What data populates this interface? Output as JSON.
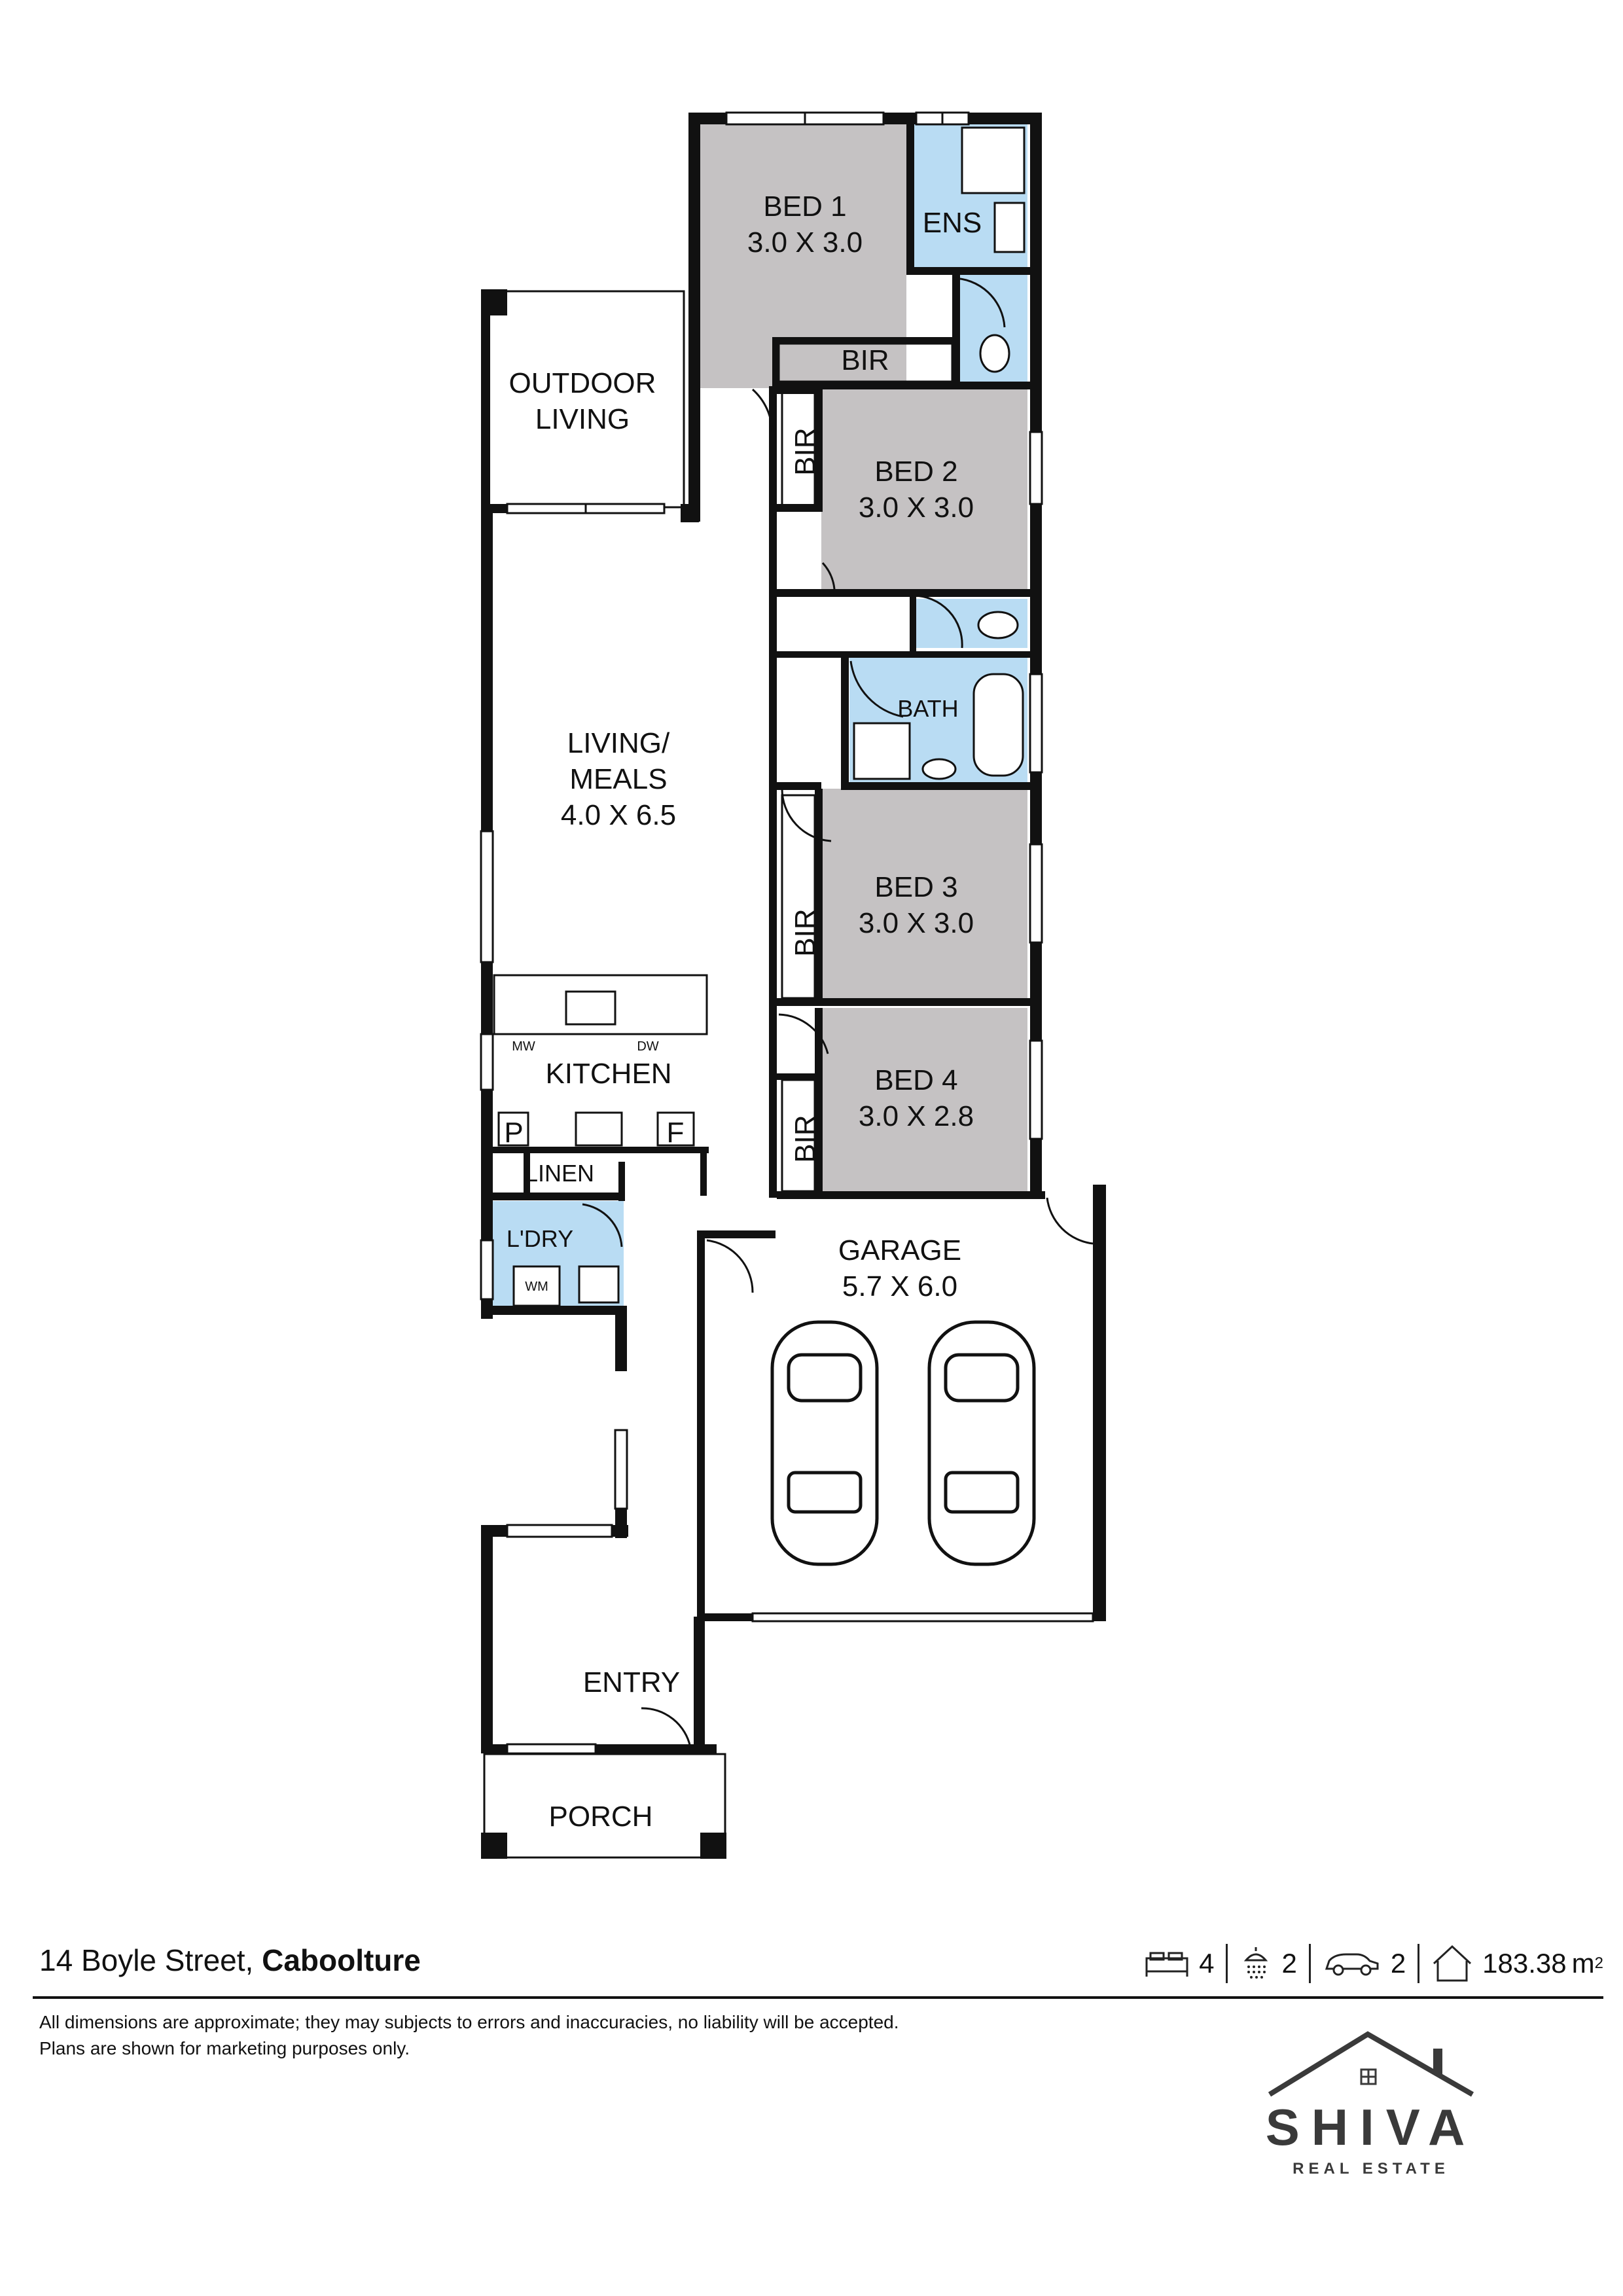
{
  "rooms": {
    "bed1": {
      "name": "BED 1",
      "size": "3.0 X 3.0"
    },
    "ens": {
      "name": "ENS"
    },
    "bir1": {
      "name": "BIR"
    },
    "outdoor": {
      "line1": "OUTDOOR",
      "line2": "LIVING"
    },
    "bed2": {
      "name": "BED 2",
      "size": "3.0 X 3.0"
    },
    "bir2": {
      "name": "BIR"
    },
    "bath": {
      "name": "BATH"
    },
    "living": {
      "line1": "LIVING/",
      "line2": "MEALS",
      "size": "4.0 X 6.5"
    },
    "bed3": {
      "name": "BED 3",
      "size": "3.0 X 3.0"
    },
    "bir3": {
      "name": "BIR"
    },
    "bed4": {
      "name": "BED 4",
      "size": "3.0 X 2.8"
    },
    "bir4": {
      "name": "BIR"
    },
    "kitchen": {
      "name": "KITCHEN",
      "mw": "MW",
      "dw": "DW",
      "pantry": "P",
      "fridge": "F"
    },
    "linen": {
      "name": "LINEN"
    },
    "laundry": {
      "name": "L'DRY",
      "wm": "WM"
    },
    "garage": {
      "name": "GARAGE",
      "size": "5.7 X 6.0"
    },
    "entry": {
      "name": "ENTRY"
    },
    "porch": {
      "name": "PORCH"
    }
  },
  "footer": {
    "street": "14 Boyle Street,",
    "suburb": "Caboolture",
    "bedrooms": "4",
    "bathrooms": "2",
    "cars": "2",
    "area": "183.38",
    "area_unit": "m",
    "area_sup": "2",
    "disclaimer_line1": "All dimensions are approximate; they may subjects to errors and inaccuracies, no liability will be accepted.",
    "disclaimer_line2": "Plans are shown for marketing purposes only."
  },
  "logo": {
    "word": "SHIVA",
    "sub": "REAL ESTATE"
  },
  "colors": {
    "grey_room": "#c5c2c3",
    "wet_area": "#b9dcf3",
    "wall": "#111111"
  }
}
